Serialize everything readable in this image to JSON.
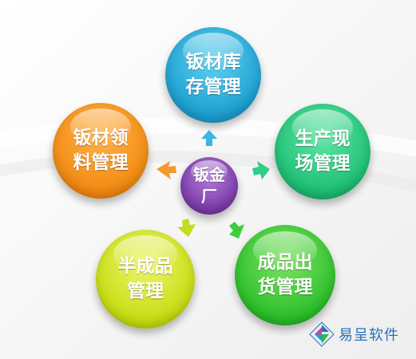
{
  "colors": {
    "inventory": "#1d9fd0",
    "production": "#1dbf73",
    "delivery": "#2bbf2a",
    "semi": "#c6dd12",
    "requisition": "#f28a12",
    "center": "#7c3aa8"
  },
  "center": {
    "line1": "钣金",
    "line2": "厂"
  },
  "nodes": {
    "inventory": {
      "line1": "钣材库",
      "line2": "存管理"
    },
    "production": {
      "line1": "生产现",
      "line2": "场管理"
    },
    "delivery": {
      "line1": "成品出",
      "line2": "货管理"
    },
    "semi": {
      "line1": "半成品",
      "line2": "管理"
    },
    "requisition": {
      "line1": "钣材领",
      "line2": "料管理"
    }
  },
  "logo": {
    "text": "易呈软件"
  }
}
